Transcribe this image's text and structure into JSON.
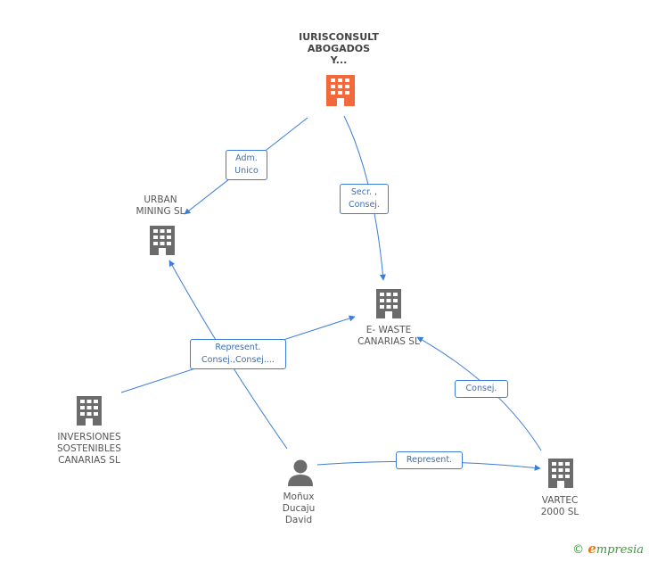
{
  "colors": {
    "edge": "#3b7dd8",
    "building_main": "#f26a3c",
    "building": "#6b6b6b",
    "person": "#6b6b6b"
  },
  "nodes": {
    "iurisconsult": {
      "lines": [
        "IURISCONSULT",
        "ABOGADOS",
        "Y..."
      ],
      "icon": "building-icon"
    },
    "urban_mining": {
      "lines": [
        "URBAN",
        "MINING  SL"
      ],
      "icon": "building-icon"
    },
    "e_waste": {
      "lines": [
        "E- WASTE",
        "CANARIAS SL"
      ],
      "icon": "building-icon"
    },
    "inversiones": {
      "lines": [
        "INVERSIONES",
        "SOSTENIBLES",
        "CANARIAS SL"
      ],
      "icon": "building-icon"
    },
    "monux": {
      "lines": [
        "Moñux",
        "Ducaju",
        "David"
      ],
      "icon": "person-icon"
    },
    "vartec": {
      "lines": [
        "VARTEC",
        "2000 SL"
      ],
      "icon": "building-icon"
    }
  },
  "edges": {
    "adm_unico": {
      "lines": [
        "Adm.",
        "Unico"
      ]
    },
    "secr_consej": {
      "lines": [
        "Secr. ,",
        "Consej."
      ]
    },
    "represent_consej": {
      "lines": [
        "Represent.",
        "Consej.,Consej...."
      ]
    },
    "consej": {
      "lines": [
        "Consej."
      ]
    },
    "represent": {
      "lines": [
        "Represent."
      ]
    }
  },
  "footer": {
    "copyright": "©",
    "brand_e": "e",
    "brand_rest": "mpresia"
  }
}
